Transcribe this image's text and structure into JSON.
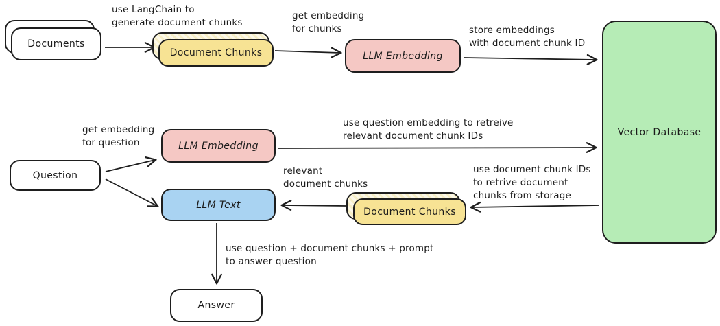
{
  "diagram": {
    "description": "Flow diagram of a retrieval-augmented generation pipeline using LangChain and a vector database",
    "colors": {
      "document_chunks_fill": "#f7e394",
      "llm_embedding_fill": "#f5c8c4",
      "llm_text_fill": "#a9d3f2",
      "vector_database_fill": "#b6ecb6",
      "plain_node_fill": "#ffffff",
      "stroke": "#1e1e1e",
      "background": "#ffffff"
    },
    "nodes": {
      "documents": {
        "label": "Documents"
      },
      "document_chunks_1": {
        "label": "Document Chunks"
      },
      "llm_embedding_1": {
        "label": "LLM Embedding"
      },
      "vector_database": {
        "label": "Vector Database"
      },
      "question": {
        "label": "Question"
      },
      "llm_embedding_2": {
        "label": "LLM Embedding"
      },
      "llm_text": {
        "label": "LLM Text"
      },
      "document_chunks_2": {
        "label": "Document Chunks"
      },
      "answer": {
        "label": "Answer"
      }
    },
    "edges": [
      {
        "from": "documents",
        "to": "document_chunks_1",
        "label": "use LangChain to\ngenerate document chunks"
      },
      {
        "from": "document_chunks_1",
        "to": "llm_embedding_1",
        "label": "get embedding\nfor chunks"
      },
      {
        "from": "llm_embedding_1",
        "to": "vector_database",
        "label": "store embeddings\nwith document chunk ID"
      },
      {
        "from": "question",
        "to": "llm_embedding_2",
        "label": "get embedding\nfor question"
      },
      {
        "from": "question",
        "to": "llm_text",
        "label": ""
      },
      {
        "from": "llm_embedding_2",
        "to": "vector_database",
        "label": "use question embedding to retreive\nrelevant document chunk IDs"
      },
      {
        "from": "vector_database",
        "to": "document_chunks_2",
        "label": "use document chunk IDs\nto retrive document\nchunks from storage"
      },
      {
        "from": "document_chunks_2",
        "to": "llm_text",
        "label": "relevant\ndocument chunks"
      },
      {
        "from": "llm_text",
        "to": "answer",
        "label": "use question + document chunks + prompt\nto answer question"
      }
    ]
  }
}
